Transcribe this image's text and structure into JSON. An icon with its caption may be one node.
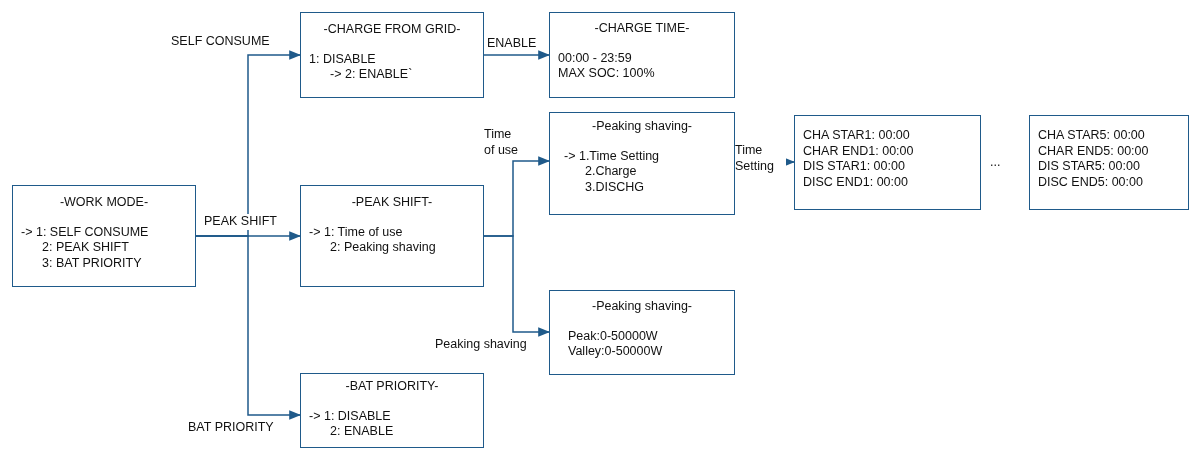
{
  "diagram": {
    "nodes": [
      {
        "text": [
          "-WORK MODE-",
          "-> 1: SELF CONSUME",
          "2: PEAK SHIFT",
          "3: BAT PRIORITY"
        ]
      },
      {
        "text": [
          "-CHARGE FROM GRID-",
          "1: DISABLE",
          "-> 2: ENABLE`"
        ]
      },
      {
        "text": [
          "-CHARGE TIME-",
          "00:00 - 23:59",
          "MAX SOC: 100%"
        ]
      },
      {
        "text": [
          "-Peaking shaving-",
          "-> 1.Time Setting",
          "2.Charge",
          "3.DISCHG"
        ]
      },
      {
        "text": [
          "-PEAK SHIFT-",
          "-> 1: Time of use",
          "2: Peaking shaving"
        ]
      },
      {
        "text": [
          "-Peaking shaving-",
          "Peak:0-50000W",
          "Valley:0-50000W"
        ]
      },
      {
        "text": [
          "-BAT PRIORITY-",
          "-> 1: DISABLE",
          "2: ENABLE"
        ]
      },
      {
        "text": [
          "CHA STAR1: 00:00",
          "CHAR END1: 00:00",
          "DIS STAR1: 00:00",
          "DISC END1: 00:00"
        ]
      },
      {
        "text": [
          "CHA STAR5: 00:00",
          "CHAR END5: 00:00",
          "DIS STAR5: 00:00",
          "DISC END5: 00:00"
        ]
      }
    ],
    "edges": [
      {
        "from": 0,
        "to": 1,
        "arrow": "to",
        "label": "SELF CONSUME"
      },
      {
        "from": 0,
        "to": 4,
        "arrow": "to",
        "label": "PEAK SHIFT"
      },
      {
        "from": 0,
        "to": 6,
        "arrow": "to",
        "label": "BAT PRIORITY"
      },
      {
        "from": 1,
        "to": 2,
        "arrow": "to",
        "label": "ENABLE"
      },
      {
        "from": 4,
        "to": 3,
        "arrow": "to",
        "label": "Time of use"
      },
      {
        "from": 4,
        "to": 5,
        "arrow": "to",
        "label": "Peaking shaving"
      },
      {
        "from": 3,
        "to": 7,
        "arrow": "to",
        "label": "Time Setting"
      }
    ],
    "labels": [
      "..."
    ]
  }
}
